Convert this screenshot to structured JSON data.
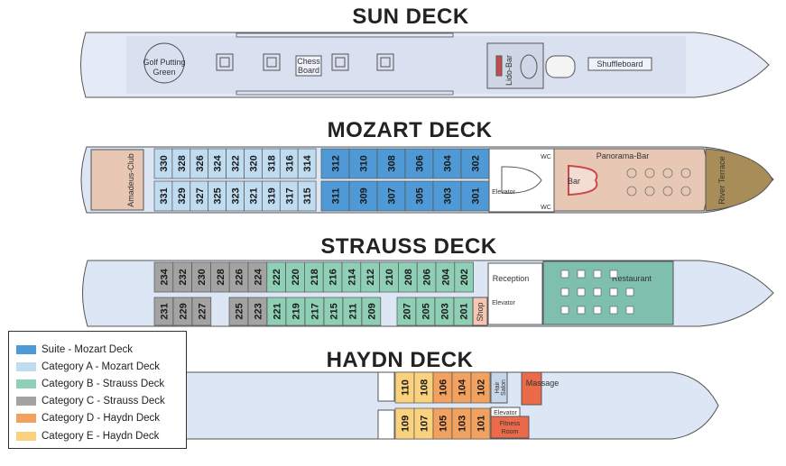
{
  "decks": {
    "sun": {
      "title": "SUN DECK",
      "labels": {
        "golf": [
          "Golf Putting",
          "Green"
        ],
        "chess": [
          "Chess",
          "Board"
        ],
        "lido": "Lido-Bar",
        "shuffle": "Shuffleboard"
      }
    },
    "mozart": {
      "title": "MOZART DECK",
      "top_cabins": [
        "330",
        "328",
        "326",
        "324",
        "322",
        "320",
        "318",
        "316",
        "314",
        "312",
        "310",
        "308",
        "306",
        "304",
        "302"
      ],
      "bottom_cabins": [
        "331",
        "329",
        "327",
        "325",
        "323",
        "321",
        "319",
        "317",
        "315",
        "311",
        "309",
        "307",
        "305",
        "303",
        "301"
      ],
      "labels": {
        "amadeus": "Amadeus-Club",
        "elevator": "Elevator",
        "wc": "WC",
        "panorama": "Panorama-Bar",
        "bar": "Bar",
        "river": "River Terrace"
      }
    },
    "strauss": {
      "title": "STRAUSS DECK",
      "top_cabins": [
        "234",
        "232",
        "230",
        "228",
        "226",
        "224",
        "222",
        "220",
        "218",
        "216",
        "214",
        "212",
        "210",
        "208",
        "206",
        "204",
        "202"
      ],
      "bottom_cabins": [
        "231",
        "229",
        "227",
        "225",
        "223",
        "221",
        "219",
        "217",
        "215",
        "211",
        "209",
        "207",
        "205",
        "203",
        "201"
      ],
      "labels": {
        "reception": "Reception",
        "elevator": "Elevator",
        "shop": "Shop",
        "restaurant": "Restaurant"
      }
    },
    "haydn": {
      "title": "HAYDN DECK",
      "top_cabins": [
        "110",
        "108",
        "106",
        "104",
        "102"
      ],
      "bottom_cabins": [
        "109",
        "107",
        "105",
        "103",
        "101"
      ],
      "labels": {
        "hair": [
          "Hair",
          "Salon"
        ],
        "massage": "Massage",
        "elevator": "Elevator",
        "fitness": [
          "Fitness",
          "Room"
        ]
      }
    }
  },
  "colors": {
    "suite": "#4f9ad6",
    "cat_a": "#c0dcf1",
    "cat_b": "#8fcfb6",
    "cat_c": "#a3a3a3",
    "cat_d": "#f2a15f",
    "cat_e": "#fad17d",
    "hull": "#dde6f4",
    "lounge": "#e8c8b4"
  },
  "legend": [
    {
      "label": "Suite - Mozart Deck",
      "color": "#4f9ad6"
    },
    {
      "label": "Category A - Mozart Deck",
      "color": "#c0dcf1"
    },
    {
      "label": "Category B - Strauss Deck",
      "color": "#8fcfb6"
    },
    {
      "label": "Category C - Strauss Deck",
      "color": "#a3a3a3"
    },
    {
      "label": "Category D - Haydn Deck",
      "color": "#f2a15f"
    },
    {
      "label": "Category E - Haydn Deck",
      "color": "#fad17d"
    }
  ]
}
